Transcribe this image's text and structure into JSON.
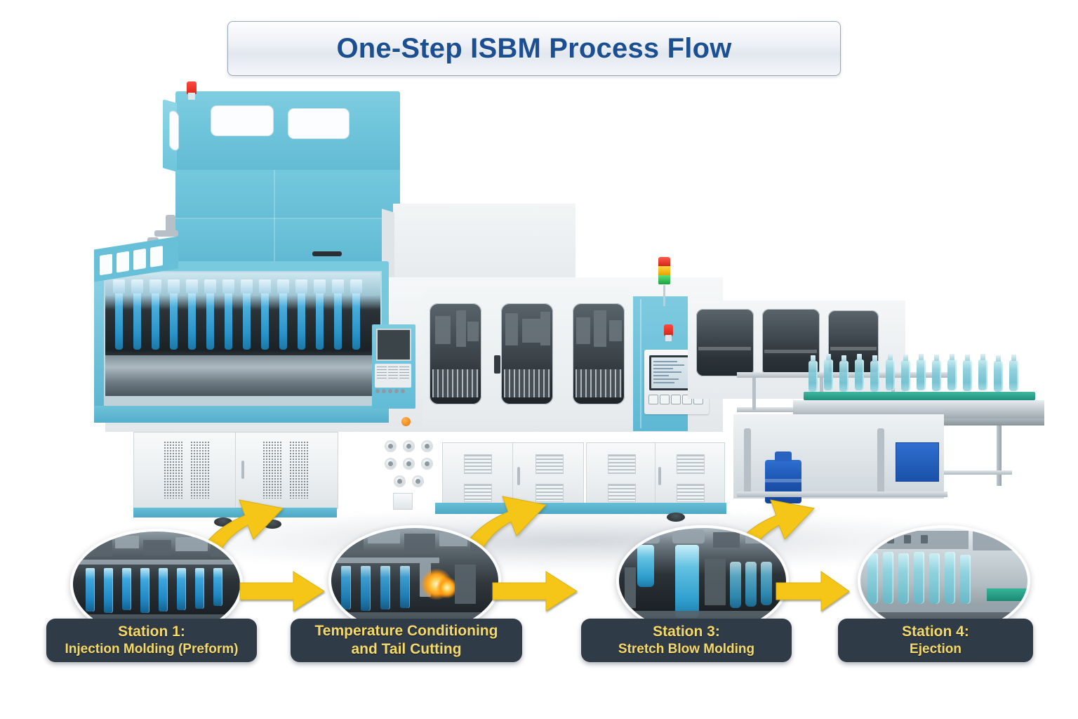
{
  "title": {
    "text": "One-Step ISBM Process Flow"
  },
  "colors": {
    "title_text": "#1b4f91",
    "banner_bg": "#eef1f6",
    "label_bg": "#2f3b47",
    "label_text": "#f6d96b",
    "arrow_yellow": "#F5C518",
    "machine_blue": "#6cc2d9",
    "machine_white": "#eceff1",
    "conveyor_green": "#2a9e88",
    "beacon_red": "#d9271c",
    "stacklight_yellow": "#e8a200",
    "stacklight_green": "#18a23c"
  },
  "stations": [
    {
      "id": "station-1",
      "line1": "Station 1:",
      "line2": "Injection Molding (Preform)",
      "thumbnail": "injection-molding-preforms-photo"
    },
    {
      "id": "station-2",
      "line1": "Temperature Conditioning",
      "line2": "and Tail Cutting",
      "thumbnail": "temperature-conditioning-heaters-photo"
    },
    {
      "id": "station-3",
      "line1": "Station 3:",
      "line2": "Stretch Blow Molding",
      "thumbnail": "stretch-blow-molding-bottle-photo"
    },
    {
      "id": "station-4",
      "line1": "Station 4:",
      "line2": "Ejection",
      "thumbnail": "ejection-bottles-conveyor-photo"
    }
  ],
  "arrows": {
    "flow": [
      {
        "id": "arrow-1-to-2",
        "direction": "right"
      },
      {
        "id": "arrow-2-to-3",
        "direction": "right"
      },
      {
        "id": "arrow-3-to-4",
        "direction": "right"
      }
    ],
    "callout": [
      {
        "id": "curve-station-1",
        "points_to": "injection-unit"
      },
      {
        "id": "curve-station-2",
        "points_to": "conditioning-unit"
      },
      {
        "id": "curve-station-3",
        "points_to": "blow-molding-unit"
      }
    ]
  },
  "machine": {
    "name": "one-step-isbm-machine",
    "indicators": {
      "beacon_top": "red",
      "stack_light": [
        "red",
        "yellow",
        "green"
      ],
      "beacon_side": "red"
    },
    "panels": {
      "control_panel": "operator-keypad-panel",
      "hmi_panel": "touchscreen-hmi-panel"
    },
    "output": "pet-bottles-on-conveyor"
  }
}
